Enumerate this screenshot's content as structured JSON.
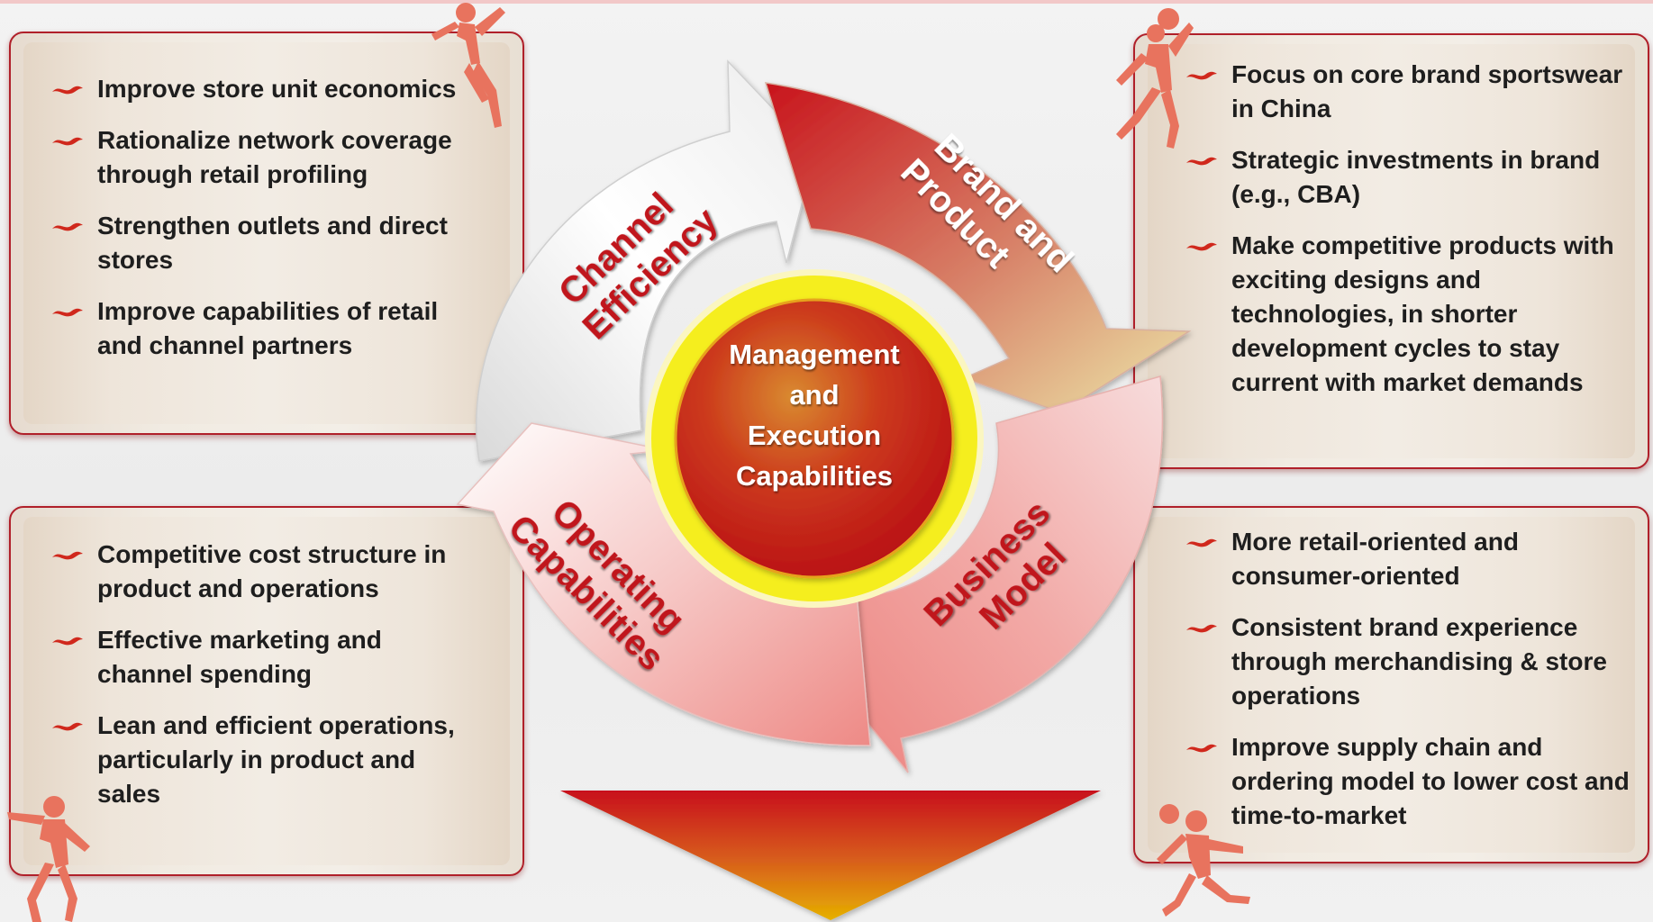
{
  "center": {
    "lines": [
      "Management",
      "and",
      "Execution",
      "Capabilities"
    ]
  },
  "segments": {
    "channel_efficiency": {
      "line1": "Channel",
      "line2": "Efficiency"
    },
    "brand_and_product": {
      "line1": "Brand and",
      "line2": "Product"
    },
    "business_model": {
      "line1": "Business",
      "line2": "Model"
    },
    "operating_capabilities": {
      "line1": "Operating",
      "line2": "Capabilities"
    }
  },
  "panels": {
    "channel_efficiency": {
      "items": [
        "Improve store unit economics",
        "Rationalize network coverage through retail profiling",
        "Strengthen outlets and direct stores",
        "Improve capabilities of retail and channel partners"
      ]
    },
    "brand_and_product": {
      "items": [
        "Focus on core brand sportswear in China",
        "Strategic investments in brand (e.g., CBA)",
        "Make competitive products with exciting designs and technologies, in shorter development cycles to stay current with market demands"
      ]
    },
    "operating_capabilities": {
      "items": [
        "Competitive cost structure in product and operations",
        "Effective marketing and channel spending",
        "Lean and efficient operations, particularly in product and sales"
      ]
    },
    "business_model": {
      "items": [
        "More retail-oriented and consumer-oriented",
        "Consistent brand experience through merchandising & store operations",
        "Improve supply chain and ordering model to lower cost and time-to-market"
      ]
    }
  },
  "colors": {
    "accent_red": "#c0141c",
    "ring_yellow": "#f5ee1e",
    "athlete_salmon": "#e8735e"
  }
}
